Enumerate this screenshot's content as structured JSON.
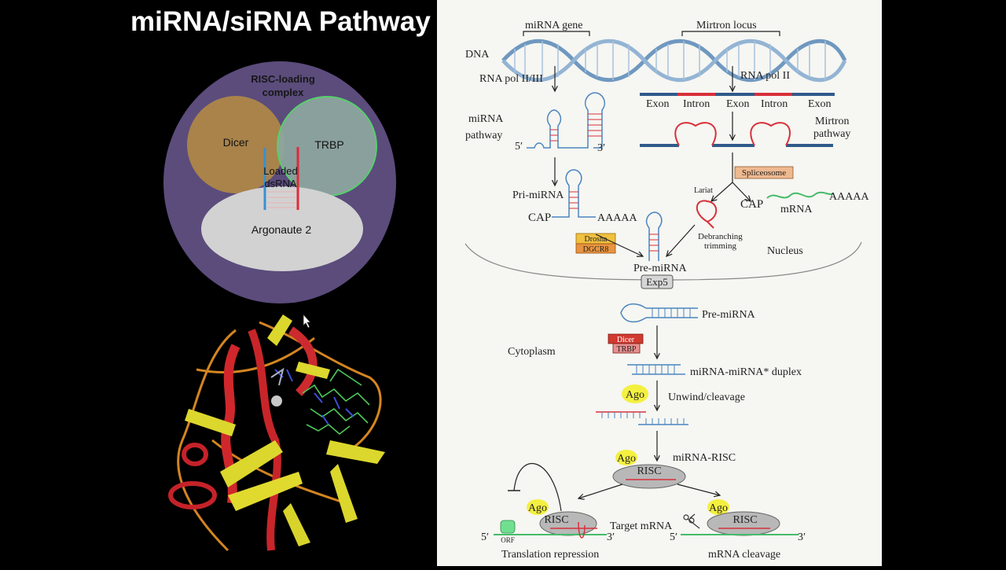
{
  "slide": {
    "title": "miRNA/siRNA Pathway"
  },
  "venn": {
    "complex_line1": "RISC-loading",
    "complex_line2": "complex",
    "dicer": "Dicer",
    "trbp": "TRBP",
    "loaded_line1": "Loaded",
    "loaded_line2": "dsRNA",
    "argonaute": "Argonaute 2"
  },
  "pathway": {
    "dna": "DNA",
    "mirna_gene": "miRNA gene",
    "mirtron_locus": "Mirtron locus",
    "rna_pol_2_3": "RNA pol II/III",
    "rna_pol_2": "RNA pol II",
    "exon1": "Exon",
    "intron1": "Intron",
    "exon2": "Exon",
    "intron2": "Intron",
    "exon3": "Exon",
    "mirna_pathway_1": "miRNA",
    "mirna_pathway_2": "pathway",
    "mirtron_pathway_1": "Mirtron",
    "mirtron_pathway_2": "pathway",
    "five_prime": "5′",
    "three_prime": "3′",
    "spliceosome": "Spliceosome",
    "pri_mirna": "Pri-miRNA",
    "cap": "CAP",
    "aaaaa": "AAAAA",
    "lariat": "Lariat",
    "cap2": "CAP",
    "mrna": "mRNA",
    "aaaaa2": "AAAAA",
    "drosha": "Drosha",
    "dgcr8": "DGCR8",
    "debranching_1": "Debranching",
    "debranching_2": "trimming",
    "nucleus": "Nucleus",
    "pre_mirna_nuc": "Pre-miRNA",
    "exp5": "Exp5",
    "pre_mirna_cyto": "Pre-miRNA",
    "cytoplasm": "Cytoplasm",
    "dicer": "Dicer",
    "trbp": "TRBP",
    "duplex": "miRNA-miRNA* duplex",
    "ago": "Ago",
    "unwind": "Unwind/cleavage",
    "ago2": "Ago",
    "mirna_risc": "miRNA-RISC",
    "risc": "RISC",
    "ago3": "Ago",
    "risc2": "RISC",
    "ago4": "Ago",
    "risc3": "RISC",
    "target_mrna": "Target mRNA",
    "five_l": "5′",
    "three_l": "3′",
    "five_r": "5′",
    "three_r": "3′",
    "orf": "ORF",
    "translation_repression": "Translation repression",
    "mrna_cleavage": "mRNA cleavage"
  },
  "colors": {
    "venn_bg": "#5b4c7c",
    "dicer": "#a9834a",
    "trbp": "#8aa09a",
    "ago": "#c8c8c8",
    "dna": "#6f98c0",
    "red": "#d8303a"
  },
  "icons": [
    "mouse-cursor-icon",
    "protein-structure-image",
    "scissors-icon"
  ]
}
